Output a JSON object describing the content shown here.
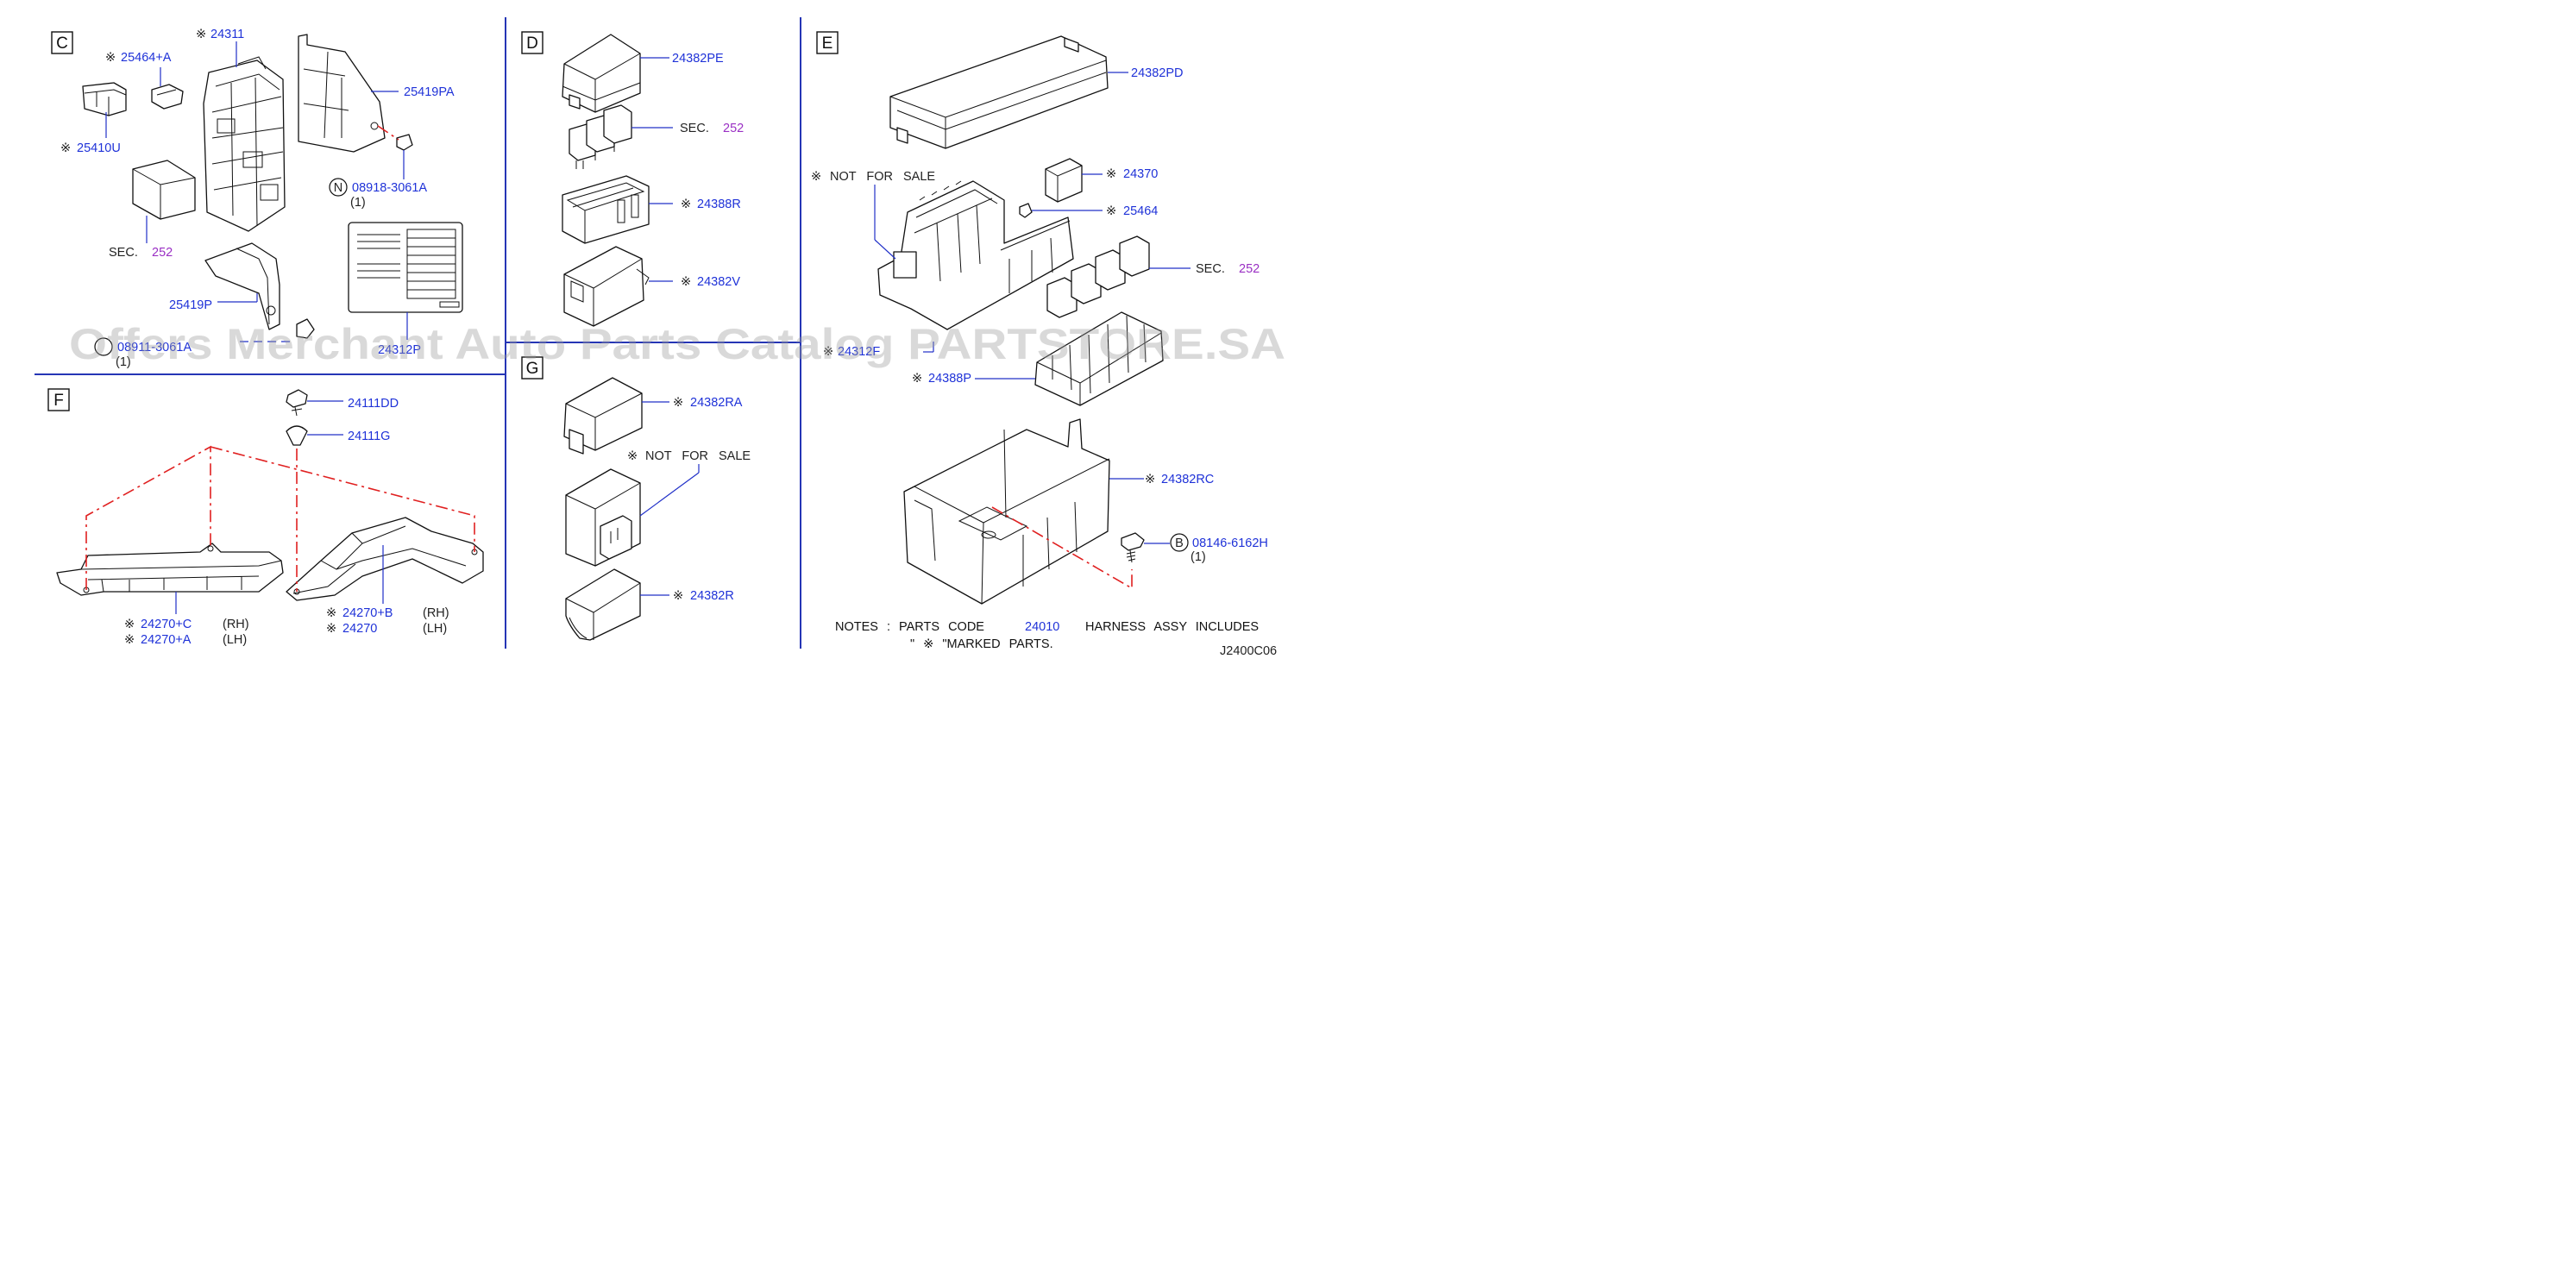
{
  "sections": {
    "C": "C",
    "D": "D",
    "E": "E",
    "F": "F",
    "G": "G"
  },
  "mark": "※",
  "labels": {
    "c_24311": "24311",
    "c_25464A": "25464+A",
    "c_25419PA": "25419PA",
    "c_25410U": "25410U",
    "c_N": "N",
    "c_08918": "08918-3061A",
    "c_qty1": "(1)",
    "c_sec": "SEC.",
    "c_252": "252",
    "c_25419P": "25419P",
    "c_0891x": "08911-3061A",
    "c_qty2": "(1)",
    "c_2411P": "24312P",
    "d_24382PE": "24382PE",
    "d_sec": "SEC.",
    "d_252": "252",
    "d_24388R": "24388R",
    "d_24382V": "24382V",
    "e_24382PD": "24382PD",
    "e_nfs": "NOT  FOR  SALE",
    "e_24370": "24370",
    "e_25464": "25464",
    "e_sec": "SEC.",
    "e_252": "252",
    "e_24312F": "24312F",
    "e_24388P": "24388P",
    "e_24382RC": "24382RC",
    "e_B": "B",
    "e_08146": "08146-6162H",
    "e_qty": "(1)",
    "f_24111DD": "24111DD",
    "f_24111G": "24111G",
    "f_24270C": "24270+C",
    "f_rh1": "(RH)",
    "f_24270A": "24270+A",
    "f_lh1": "(LH)",
    "f_24270B": "24270+B",
    "f_rh2": "(RH)",
    "f_24270": "24270",
    "f_lh2": "(LH)",
    "g_24382RA": "24382RA",
    "g_nfs": "NOT  FOR  SALE",
    "g_24382R": "24382R"
  },
  "notes": {
    "line1_a": "NOTES  :  PARTS  CODE",
    "line1_code": "24010",
    "line1_b": "HARNESS  ASSY  INCLUDES",
    "line2": "\" ※ \"MARKED  PARTS."
  },
  "diagram_code": "J2400C06",
  "watermark": "Offers Merchant Auto Parts Catalog PARTSTORE.SA",
  "colors": {
    "label": "#1f32d8",
    "reference": "#9a2fc4",
    "divider": "#2535b5",
    "dash": "#e02020"
  }
}
